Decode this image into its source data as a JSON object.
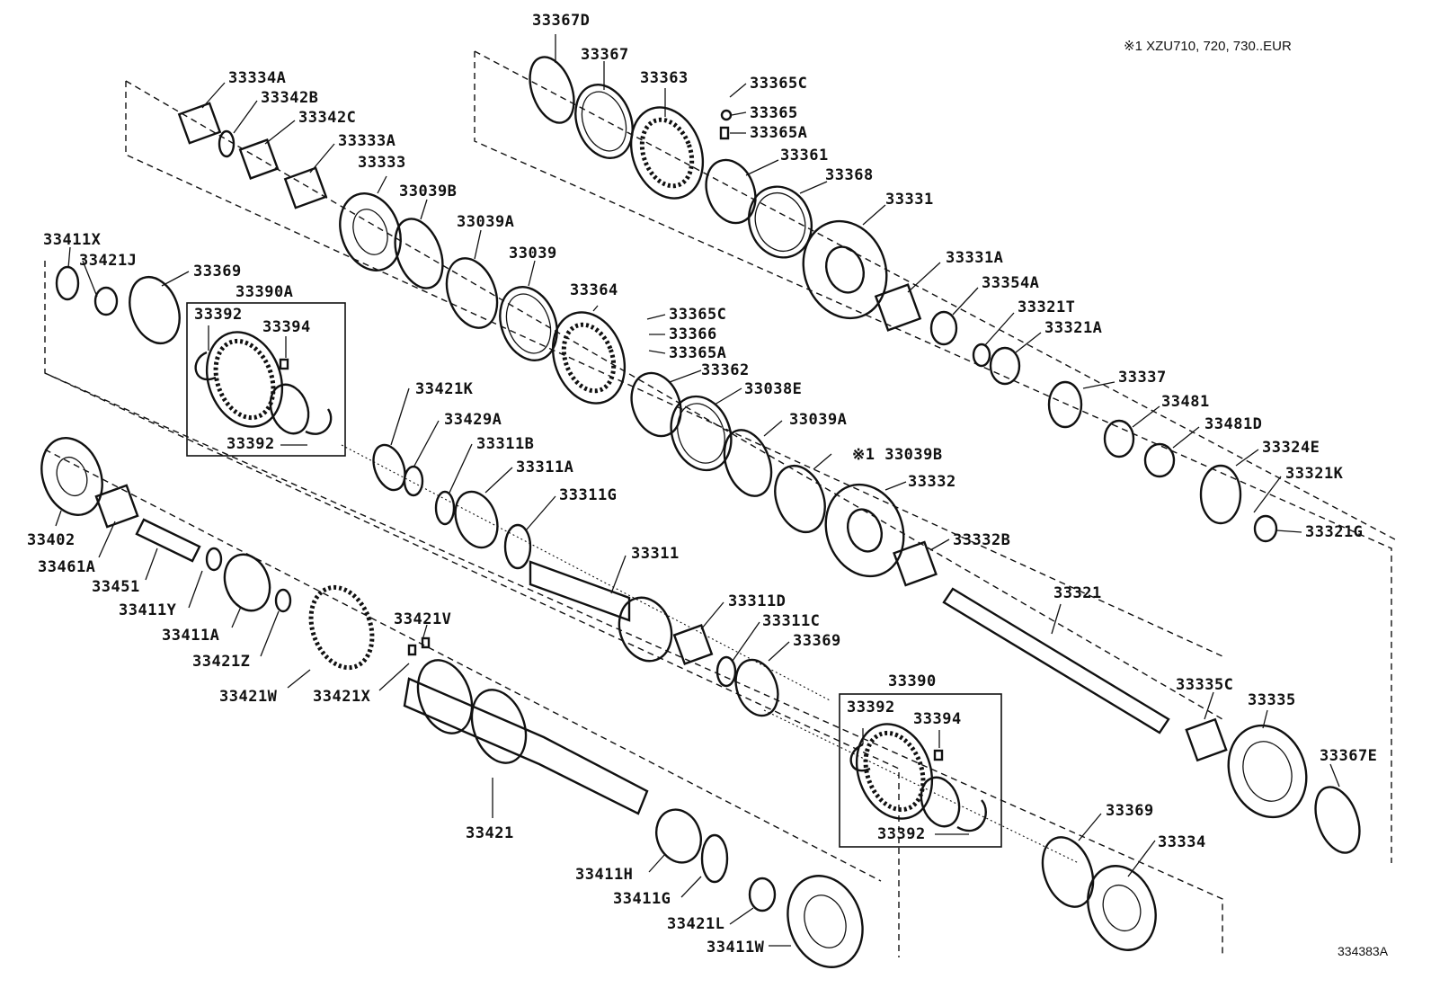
{
  "note": "※1 XZU710, 720, 730..EUR",
  "figure_id": "334383A",
  "labels": [
    {
      "id": "33367D",
      "text": "33367D"
    },
    {
      "id": "33367",
      "text": "33367"
    },
    {
      "id": "33363",
      "text": "33363"
    },
    {
      "id": "33365C_top",
      "text": "33365C"
    },
    {
      "id": "33365",
      "text": "33365"
    },
    {
      "id": "33365A_top",
      "text": "33365A"
    },
    {
      "id": "33361",
      "text": "33361"
    },
    {
      "id": "33368",
      "text": "33368"
    },
    {
      "id": "33331",
      "text": "33331"
    },
    {
      "id": "33331A",
      "text": "33331A"
    },
    {
      "id": "33354A",
      "text": "33354A"
    },
    {
      "id": "33321T",
      "text": "33321T"
    },
    {
      "id": "33321A",
      "text": "33321A"
    },
    {
      "id": "33337",
      "text": "33337"
    },
    {
      "id": "33481",
      "text": "33481"
    },
    {
      "id": "33481D",
      "text": "33481D"
    },
    {
      "id": "33324E",
      "text": "33324E"
    },
    {
      "id": "33321K",
      "text": "33321K"
    },
    {
      "id": "33321G",
      "text": "33321G"
    },
    {
      "id": "33334A",
      "text": "33334A"
    },
    {
      "id": "33342B",
      "text": "33342B"
    },
    {
      "id": "33342C",
      "text": "33342C"
    },
    {
      "id": "33333A",
      "text": "33333A"
    },
    {
      "id": "33333",
      "text": "33333"
    },
    {
      "id": "33039B_top",
      "text": "33039B"
    },
    {
      "id": "33039A_top",
      "text": "33039A"
    },
    {
      "id": "33039",
      "text": "33039"
    },
    {
      "id": "33364",
      "text": "33364"
    },
    {
      "id": "33365C_mid",
      "text": "33365C"
    },
    {
      "id": "33366",
      "text": "33366"
    },
    {
      "id": "33365A_mid",
      "text": "33365A"
    },
    {
      "id": "33362",
      "text": "33362"
    },
    {
      "id": "33038E",
      "text": "33038E"
    },
    {
      "id": "33039A_mid",
      "text": "33039A"
    },
    {
      "id": "33039B_mid",
      "text": "※1 33039B"
    },
    {
      "id": "33332",
      "text": "33332"
    },
    {
      "id": "33332B",
      "text": "33332B"
    },
    {
      "id": "33411X",
      "text": "33411X"
    },
    {
      "id": "33421J",
      "text": "33421J"
    },
    {
      "id": "33369_left",
      "text": "33369"
    },
    {
      "id": "33390A",
      "text": "33390A"
    },
    {
      "id": "33392_a1",
      "text": "33392"
    },
    {
      "id": "33394_a",
      "text": "33394"
    },
    {
      "id": "33392_a2",
      "text": "33392"
    },
    {
      "id": "33421K",
      "text": "33421K"
    },
    {
      "id": "33429A",
      "text": "33429A"
    },
    {
      "id": "33311B",
      "text": "33311B"
    },
    {
      "id": "33311A",
      "text": "33311A"
    },
    {
      "id": "33311G",
      "text": "33311G"
    },
    {
      "id": "33311",
      "text": "33311"
    },
    {
      "id": "33311D",
      "text": "33311D"
    },
    {
      "id": "33311C",
      "text": "33311C"
    },
    {
      "id": "33369_mid",
      "text": "33369"
    },
    {
      "id": "33321",
      "text": "33321"
    },
    {
      "id": "33335C",
      "text": "33335C"
    },
    {
      "id": "33335",
      "text": "33335"
    },
    {
      "id": "33367E",
      "text": "33367E"
    },
    {
      "id": "33402",
      "text": "33402"
    },
    {
      "id": "33461A",
      "text": "33461A"
    },
    {
      "id": "33451",
      "text": "33451"
    },
    {
      "id": "33411Y",
      "text": "33411Y"
    },
    {
      "id": "33411A",
      "text": "33411A"
    },
    {
      "id": "33421Z",
      "text": "33421Z"
    },
    {
      "id": "33421W",
      "text": "33421W"
    },
    {
      "id": "33421V",
      "text": "33421V"
    },
    {
      "id": "33421X",
      "text": "33421X"
    },
    {
      "id": "33421",
      "text": "33421"
    },
    {
      "id": "33411H",
      "text": "33411H"
    },
    {
      "id": "33411G",
      "text": "33411G"
    },
    {
      "id": "33421L",
      "text": "33421L"
    },
    {
      "id": "33411W",
      "text": "33411W"
    },
    {
      "id": "33390",
      "text": "33390"
    },
    {
      "id": "33392_b1",
      "text": "33392"
    },
    {
      "id": "33394_b",
      "text": "33394"
    },
    {
      "id": "33392_b2",
      "text": "33392"
    },
    {
      "id": "33369_right",
      "text": "33369"
    },
    {
      "id": "33334",
      "text": "33334"
    }
  ]
}
